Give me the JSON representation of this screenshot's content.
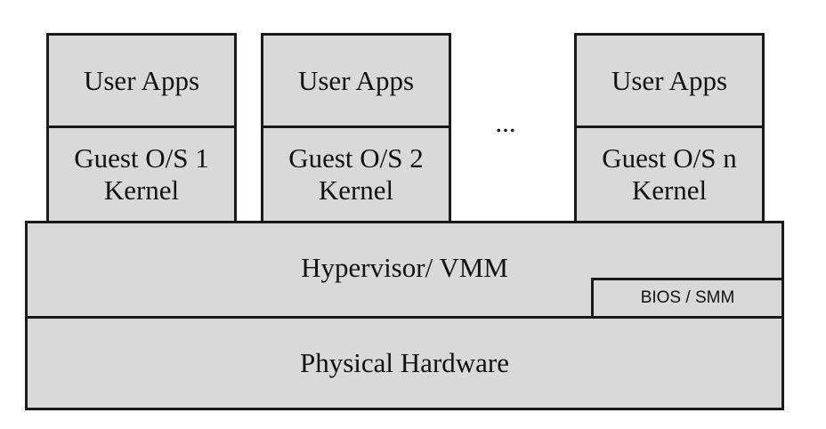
{
  "vms": [
    {
      "apps_label": "User Apps",
      "kernel_label": "Guest O/S 1\nKernel"
    },
    {
      "apps_label": "User Apps",
      "kernel_label": "Guest O/S 2\nKernel"
    },
    {
      "apps_label": "User Apps",
      "kernel_label": "Guest O/S n\nKernel"
    }
  ],
  "ellipsis": "...",
  "hypervisor": {
    "label": "Hypervisor/ VMM",
    "bios_label": "BIOS / SMM"
  },
  "hardware": {
    "label": "Physical Hardware"
  },
  "colors": {
    "box_fill": "#d9d9d9",
    "border": "#1a1a1a",
    "text": "#111111"
  }
}
